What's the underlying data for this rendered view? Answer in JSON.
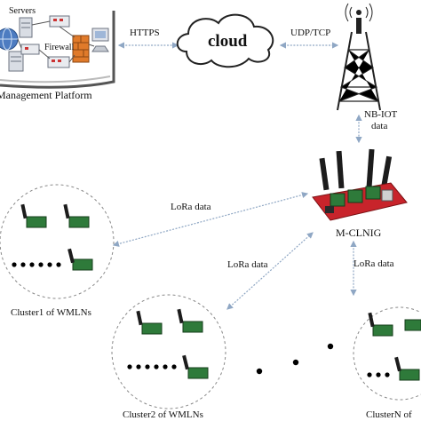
{
  "management": {
    "servers_label": "Servers",
    "firewall_label": "Firewall",
    "platform_label": "Management Platform"
  },
  "links": {
    "https_label": "HTTPS",
    "udp_label": "UDP/TCP",
    "nbiot_label_line1": "NB-IOT",
    "nbiot_label_line2": "data",
    "lora_top_label": "LoRa data",
    "lora_mid_label": "LoRa data",
    "lora_right_label": "LoRa data"
  },
  "cloud": {
    "label": "cloud"
  },
  "gateway": {
    "label": "M-CLNIG"
  },
  "clusters": [
    {
      "label": "Cluster1  of WMLNs"
    },
    {
      "label": "Cluster2 of WMLNs"
    },
    {
      "label": "ClusterN of"
    }
  ],
  "colors": {
    "link": "#8fa7c4",
    "board_green": "#2e7a3a",
    "gateway_red": "#c8242b",
    "firewall_orange": "#e07a2a"
  }
}
